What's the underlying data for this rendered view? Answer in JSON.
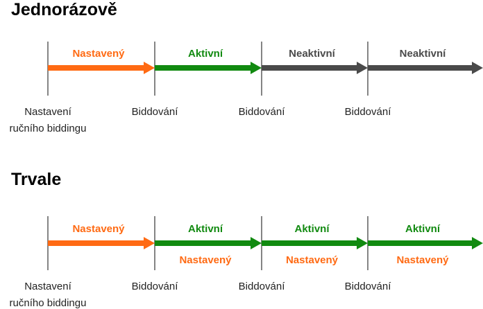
{
  "colors": {
    "set": "#ff6a13",
    "active": "#118a10",
    "inactive": "#4a4a4a",
    "tick": "#333333"
  },
  "sections": [
    {
      "title": "Jednorázově",
      "segments": [
        {
          "label": "Nastavený",
          "state": "set"
        },
        {
          "label": "Aktivní",
          "state": "active"
        },
        {
          "label": "Neaktivní",
          "state": "inactive"
        },
        {
          "label": "Neaktivní",
          "state": "inactive"
        }
      ],
      "ticks": [
        {
          "line1": "Nastavení",
          "line2": "ručního biddingu"
        },
        {
          "line1": "Biddování"
        },
        {
          "line1": "Biddování"
        },
        {
          "line1": "Biddování"
        }
      ]
    },
    {
      "title": "Trvale",
      "segments": [
        {
          "label": "Nastavený",
          "state": "set"
        },
        {
          "label": "Aktivní",
          "state": "active",
          "sublabel": "Nastavený"
        },
        {
          "label": "Aktivní",
          "state": "active",
          "sublabel": "Nastavený"
        },
        {
          "label": "Aktivní",
          "state": "active",
          "sublabel": "Nastavený"
        }
      ],
      "ticks": [
        {
          "line1": "Nastavení",
          "line2": "ručního biddingu"
        },
        {
          "line1": "Biddování"
        },
        {
          "line1": "Biddování"
        },
        {
          "line1": "Biddování"
        }
      ]
    }
  ]
}
